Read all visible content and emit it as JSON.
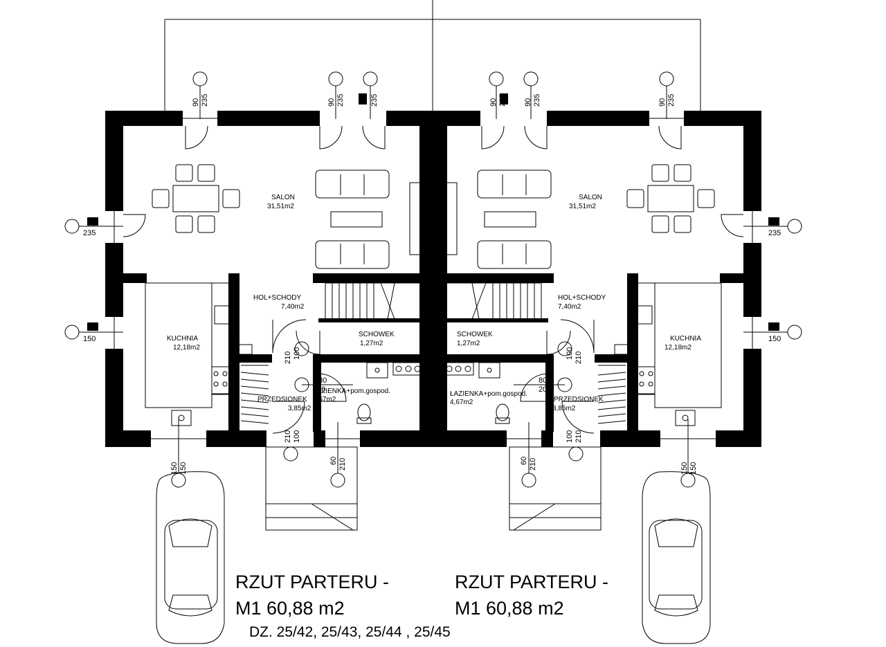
{
  "rooms_left": [
    {
      "name": "SALON",
      "area": "31,51m2"
    },
    {
      "name": "HOL+SCHODY",
      "area": "7,40m2"
    },
    {
      "name": "KUCHNIA",
      "area": "12,18m2"
    },
    {
      "name": "SCHOWEK",
      "area": "1,27m2"
    },
    {
      "name": "ŁAZIENKA+pom.gospod.",
      "area": "4,67m2"
    },
    {
      "name": "PRZEDSIONEK",
      "area": "3,85m2"
    }
  ],
  "rooms_right": [
    {
      "name": "SALON",
      "area": "31,51m2"
    },
    {
      "name": "HOL+SCHODY",
      "area": "7,40m2"
    },
    {
      "name": "KUCHNIA",
      "area": "12,18m2"
    },
    {
      "name": "SCHOWEK",
      "area": "1,27m2"
    },
    {
      "name": "ŁAZIENKA+pom.gospod.",
      "area": "4,67m2"
    },
    {
      "name": "PRZEDSIONEK",
      "area": "3,85m2"
    }
  ],
  "dims": {
    "d90": "90",
    "d235": "235",
    "d150": "150",
    "d210": "210",
    "d100": "100",
    "d80": "80",
    "d200": "200",
    "d60": "60"
  },
  "titles": {
    "left_line1": "RZUT  PARTERU -",
    "left_line2": "M1 60,88 m2",
    "right_line1": "RZUT  PARTERU -",
    "right_line2": "M1 60,88 m2",
    "plots": "DZ. 25/42, 25/43, 25/44 , 25/45"
  }
}
